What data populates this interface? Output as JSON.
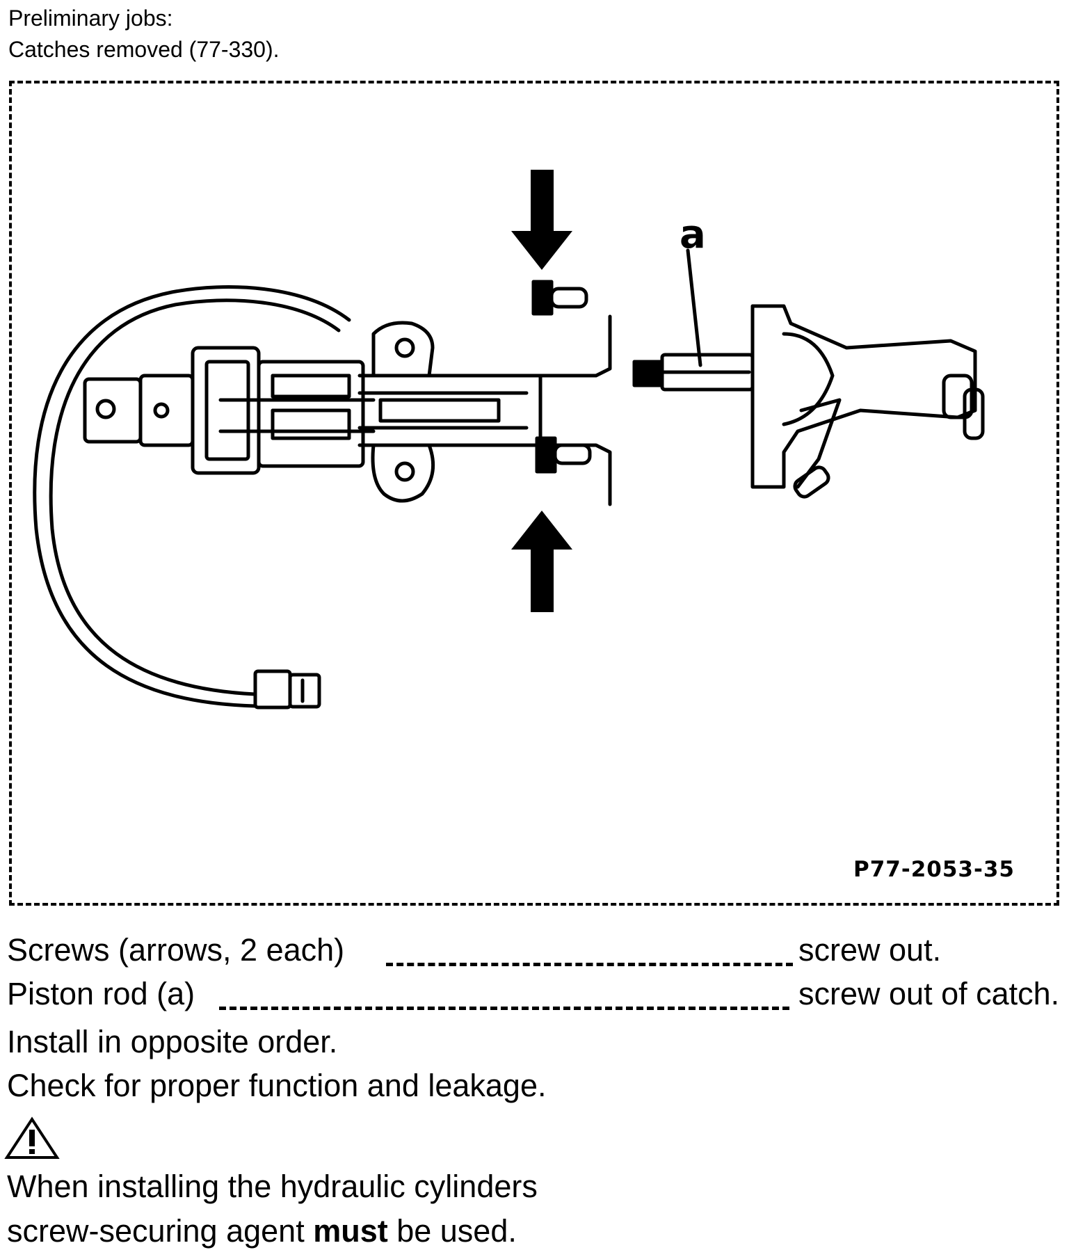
{
  "preliminary": {
    "heading": "Preliminary jobs:",
    "item": "Catches removed (77-330)."
  },
  "figure": {
    "label_a": "a",
    "code": "P77-2053-35"
  },
  "steps": [
    {
      "item": "Screws (arrows, 2 each)",
      "action": "screw out."
    },
    {
      "item": "Piston rod (a)",
      "action": "screw out of catch."
    }
  ],
  "notes": [
    "Install in opposite order.",
    "Check for proper function and leakage."
  ],
  "warning": {
    "icon": "warning-triangle-icon",
    "line1": "When installing the hydraulic cylinders",
    "line2_pre": "screw-securing agent ",
    "line2_bold": "must",
    "line2_post": " be used."
  }
}
